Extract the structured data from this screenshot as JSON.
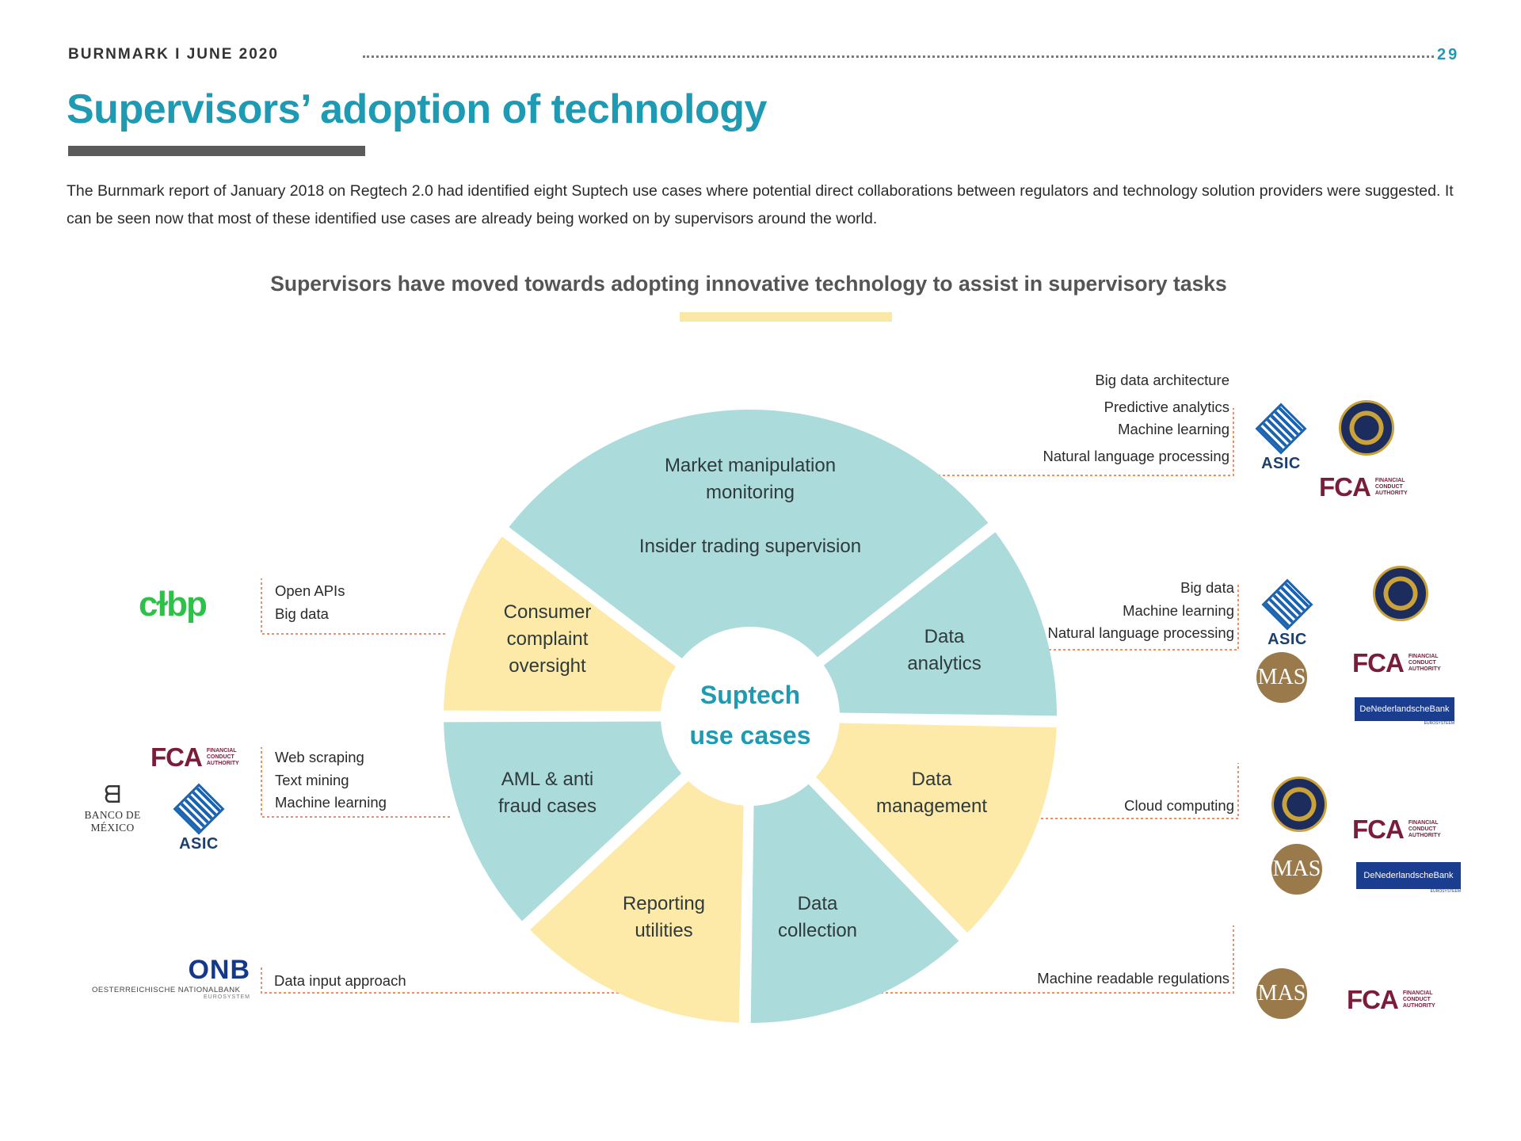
{
  "header": {
    "left": "BURNMARK I JUNE 2020",
    "page_number": "29"
  },
  "title": "Supervisors’ adoption of technology",
  "intro": "The Burnmark report of January 2018 on Regtech 2.0 had identified eight Suptech use cases where potential direct collaborations between regulators and technology solution providers were suggested. It can be seen now that most of these identified use cases are already being worked on by supervisors around the world.",
  "subtitle": "Supervisors have moved towards adopting innovative technology to assist in supervisory tasks",
  "center": {
    "line1": "Suptech",
    "line2": "use cases"
  },
  "segments": {
    "market": {
      "line1": "Market manipulation",
      "line2": "monitoring",
      "line3": "Insider trading supervision"
    },
    "analytics": {
      "line1": "Data",
      "line2": "analytics"
    },
    "management": {
      "line1": "Data",
      "line2": "management"
    },
    "collection": {
      "line1": "Data",
      "line2": "collection"
    },
    "reporting": {
      "line1": "Reporting",
      "line2": "utilities"
    },
    "aml": {
      "line1": "AML & anti",
      "line2": "fraud cases"
    },
    "consumer": {
      "line1": "Consumer",
      "line2": "complaint",
      "line3": "oversight"
    }
  },
  "technologies": {
    "market": [
      "Big data architecture",
      "Predictive analytics",
      "Machine learning",
      "Natural language processing"
    ],
    "analytics": [
      "Big data",
      "Machine learning",
      "Natural language processing"
    ],
    "management": [
      "Cloud computing"
    ],
    "regulations": [
      "Machine readable regulations"
    ],
    "consumer": [
      "Open APIs",
      "Big data"
    ],
    "aml": [
      "Web scraping",
      "Text mining",
      "Machine learning"
    ],
    "reporting": [
      "Data input approach"
    ]
  },
  "logos": {
    "asic": "ASIC",
    "fca_mark": "FCA",
    "fca_l1": "FINANCIAL",
    "fca_l2": "CONDUCT",
    "fca_l3": "AUTHORITY",
    "mas": "MAS",
    "dnb": "DeNederlandscheBank",
    "dnb_sub": "EUROSYSTEEM",
    "cibp": "cɫbp",
    "onb_mark": "ONB",
    "onb_l1": "OESTERREICHISCHE NATIONALBANK",
    "onb_l2": "EUROSYSTEM",
    "banxico_sym": "ᗺ",
    "banxico": "BANCO DE MÉXICO"
  },
  "colors": {
    "accent": "#1e9ab3",
    "teal_segment": "#acdbdb",
    "yellow_segment": "#fde9a8",
    "connector": "#e8906a"
  }
}
